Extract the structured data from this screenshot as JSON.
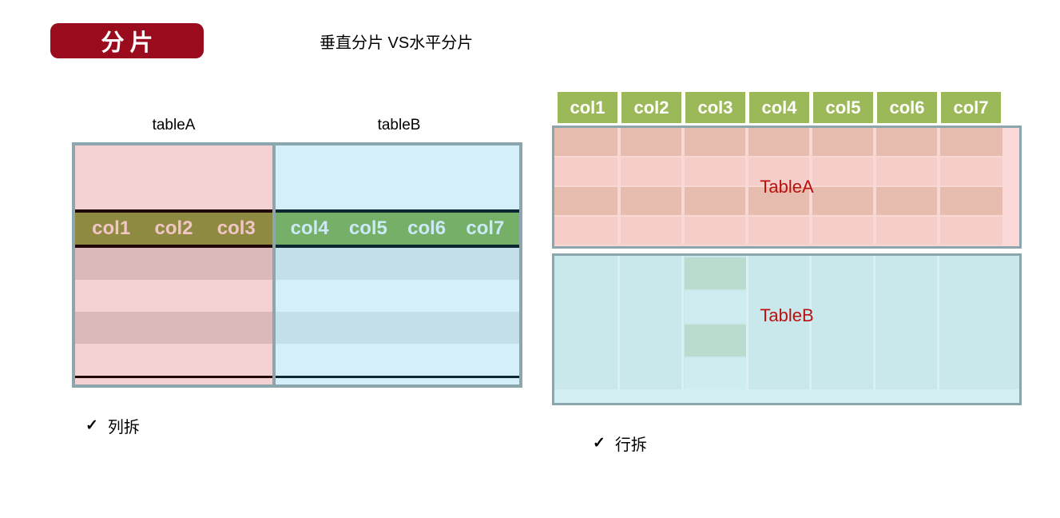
{
  "header": {
    "badge_label": "分片",
    "subtitle": "垂直分片 VS水平分片"
  },
  "vertical_sharding": {
    "table_a_label": "tableA",
    "table_b_label": "tableB",
    "table_a_columns": [
      "col1",
      "col2",
      "col3"
    ],
    "table_b_columns": [
      "col4",
      "col5",
      "col6",
      "col7"
    ],
    "caption_check": "✓",
    "caption": "列拆"
  },
  "horizontal_sharding": {
    "header_columns": [
      "col1",
      "col2",
      "col3",
      "col4",
      "col5",
      "col6",
      "col7"
    ],
    "table_a_label": "TableA",
    "table_b_label": "TableB",
    "caption_check": "✓",
    "caption": "行拆"
  },
  "colors": {
    "badge_red": "#9a0c1d",
    "label_red": "#bb1010",
    "olive_band": "#8e8a42",
    "green_band": "#76b068",
    "header_green": "#9bb959",
    "pink_light": "#f4d2d2",
    "pink_dark": "#dcb9b9",
    "pink_band_text": "#f2c6c6",
    "blue_light": "#d4eefa",
    "blue_dark": "#c3dfe9",
    "blue_band_text": "#cbe9f6",
    "line_dark_left": "#1e0808",
    "line_dark_right": "#0d2730",
    "frame_gray": "#8ba6ad",
    "ta_row_dark": "#e6bcae",
    "ta_row_light": "#f5cdc9",
    "ta_grid": "#f9d8d4",
    "ta_strip": "#fcd9d9",
    "tb_bg": "#c9e8ec",
    "tb_cell_dark": "#b9dccf",
    "tb_cell_light": "#cfecf0",
    "tb_grid": "#daf1f4",
    "tb_strip": "#d4eff3",
    "text_black": "#000000"
  }
}
